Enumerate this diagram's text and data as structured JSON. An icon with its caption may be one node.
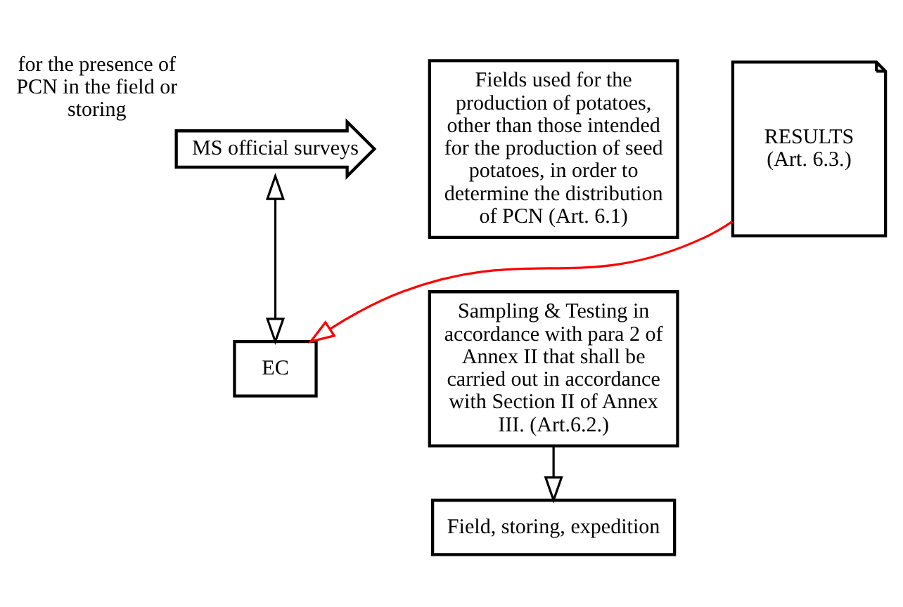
{
  "diagram": {
    "nodes": [
      {
        "text": [
          "MS official surveys"
        ],
        "beside": [
          "for the presence of PCN in the field or storing"
        ]
      },
      {
        "text": [
          "Fields used for the production of potatoes, other than those intended for the production of seed potatoes, in order to determine the distribution of PCN (Art. 6.1)"
        ]
      },
      {
        "text": [
          "RESULTS (Art. 6.3.)"
        ]
      },
      {
        "text": [
          "Sampling & Testing in accordance with para 2 of Annex II that shall be carried out in accordance with Section II of Annex III. (Art.6.2.)"
        ]
      },
      {
        "text": [
          "EC"
        ]
      },
      {
        "text": [
          "Field, storing, expedition"
        ]
      }
    ],
    "edges": [
      {
        "from": 0,
        "to": 4,
        "arrow": "both"
      },
      {
        "from": 3,
        "to": 5,
        "arrow": "to"
      },
      {
        "from": 2,
        "to": 4,
        "arrow": "to",
        "color": "#ff0000"
      }
    ]
  }
}
